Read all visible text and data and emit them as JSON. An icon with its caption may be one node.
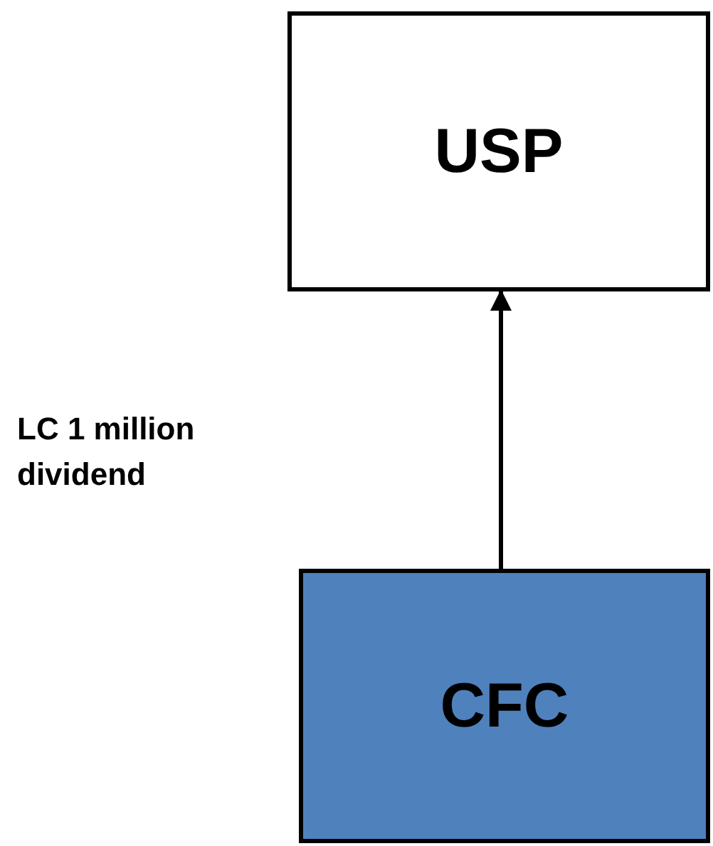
{
  "diagram": {
    "nodes": [
      {
        "text": [
          "USP"
        ]
      },
      {
        "text": [
          "CFC"
        ]
      }
    ],
    "edges": [
      {
        "from": 1,
        "to": 0,
        "arrow": "to"
      }
    ],
    "labels": [
      "LC 1 million dividend"
    ]
  }
}
